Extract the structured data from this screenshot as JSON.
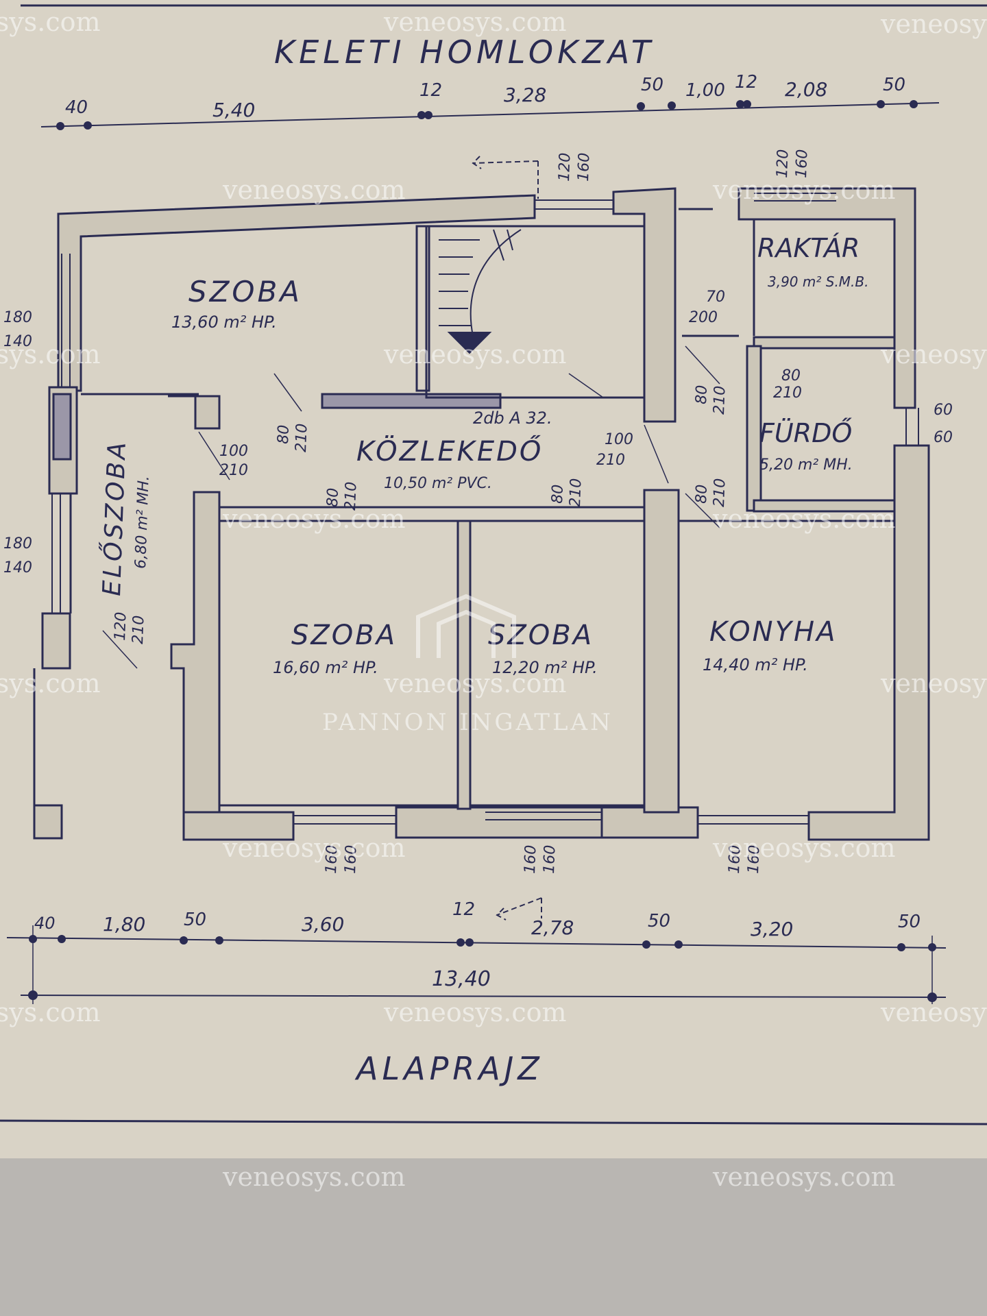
{
  "title_top": "KELETI HOMLOKZAT",
  "title_bottom": "ALAPRAJZ",
  "top_dims": [
    "40",
    "5,40",
    "12",
    "3,28",
    "50",
    "1,00",
    "12",
    "2,08",
    "50"
  ],
  "bottom_dims": [
    "40",
    "1,80",
    "50",
    "3,60",
    "12",
    "2,78",
    "50",
    "3,20",
    "50"
  ],
  "total_dim": "13,40",
  "rooms": {
    "szoba_top": {
      "name": "SZOBA",
      "area": "13,60 m² HP."
    },
    "raktar": {
      "name": "RAKTÁR",
      "area": "3,90 m² S.M.B."
    },
    "furdo": {
      "name": "FÜRDŐ",
      "area": "5,20 m² MH."
    },
    "kozlekedo": {
      "name": "KÖZLEKEDŐ",
      "area": "10,50 m² PVC."
    },
    "eloszoba": {
      "name": "ELŐSZOBA",
      "area": "6,80 m² MH."
    },
    "szoba_left": {
      "name": "SZOBA",
      "area": "16,60 m² HP."
    },
    "szoba_mid": {
      "name": "SZOBA",
      "area": "12,20 m² HP."
    },
    "konyha": {
      "name": "KONYHA",
      "area": "14,40 m² HP."
    }
  },
  "door_labels": {
    "d1": [
      "100",
      "210"
    ],
    "d2": [
      "80",
      "210"
    ],
    "d3": [
      "100",
      "210"
    ],
    "d4": [
      "80",
      "210"
    ],
    "d5": [
      "80",
      "210"
    ],
    "d6": [
      "80",
      "210"
    ],
    "d7": [
      "70",
      "200"
    ],
    "d8": [
      "80",
      "210"
    ],
    "d9": [
      "80",
      "210"
    ],
    "d10": [
      "120",
      "210"
    ]
  },
  "window_labels": {
    "w_top_stair": [
      "120",
      "160"
    ],
    "w_top_raktar": [
      "120",
      "160"
    ],
    "w_right": [
      "60",
      "60"
    ],
    "w_left_top": [
      "180",
      "140"
    ],
    "w_left_bottom": [
      "180",
      "140"
    ],
    "w_bot1": [
      "160",
      "160"
    ],
    "w_bot2": [
      "160",
      "160"
    ],
    "w_bot3": [
      "160",
      "160"
    ]
  },
  "stair_note": "2db A 32.",
  "watermark_site": "veneosys.com",
  "watermark_brand": "PANNON INGATLAN",
  "colors": {
    "ink": "#2a2b52",
    "paper": "#d9d3c6",
    "wall_fill": "#ccc6b8"
  }
}
